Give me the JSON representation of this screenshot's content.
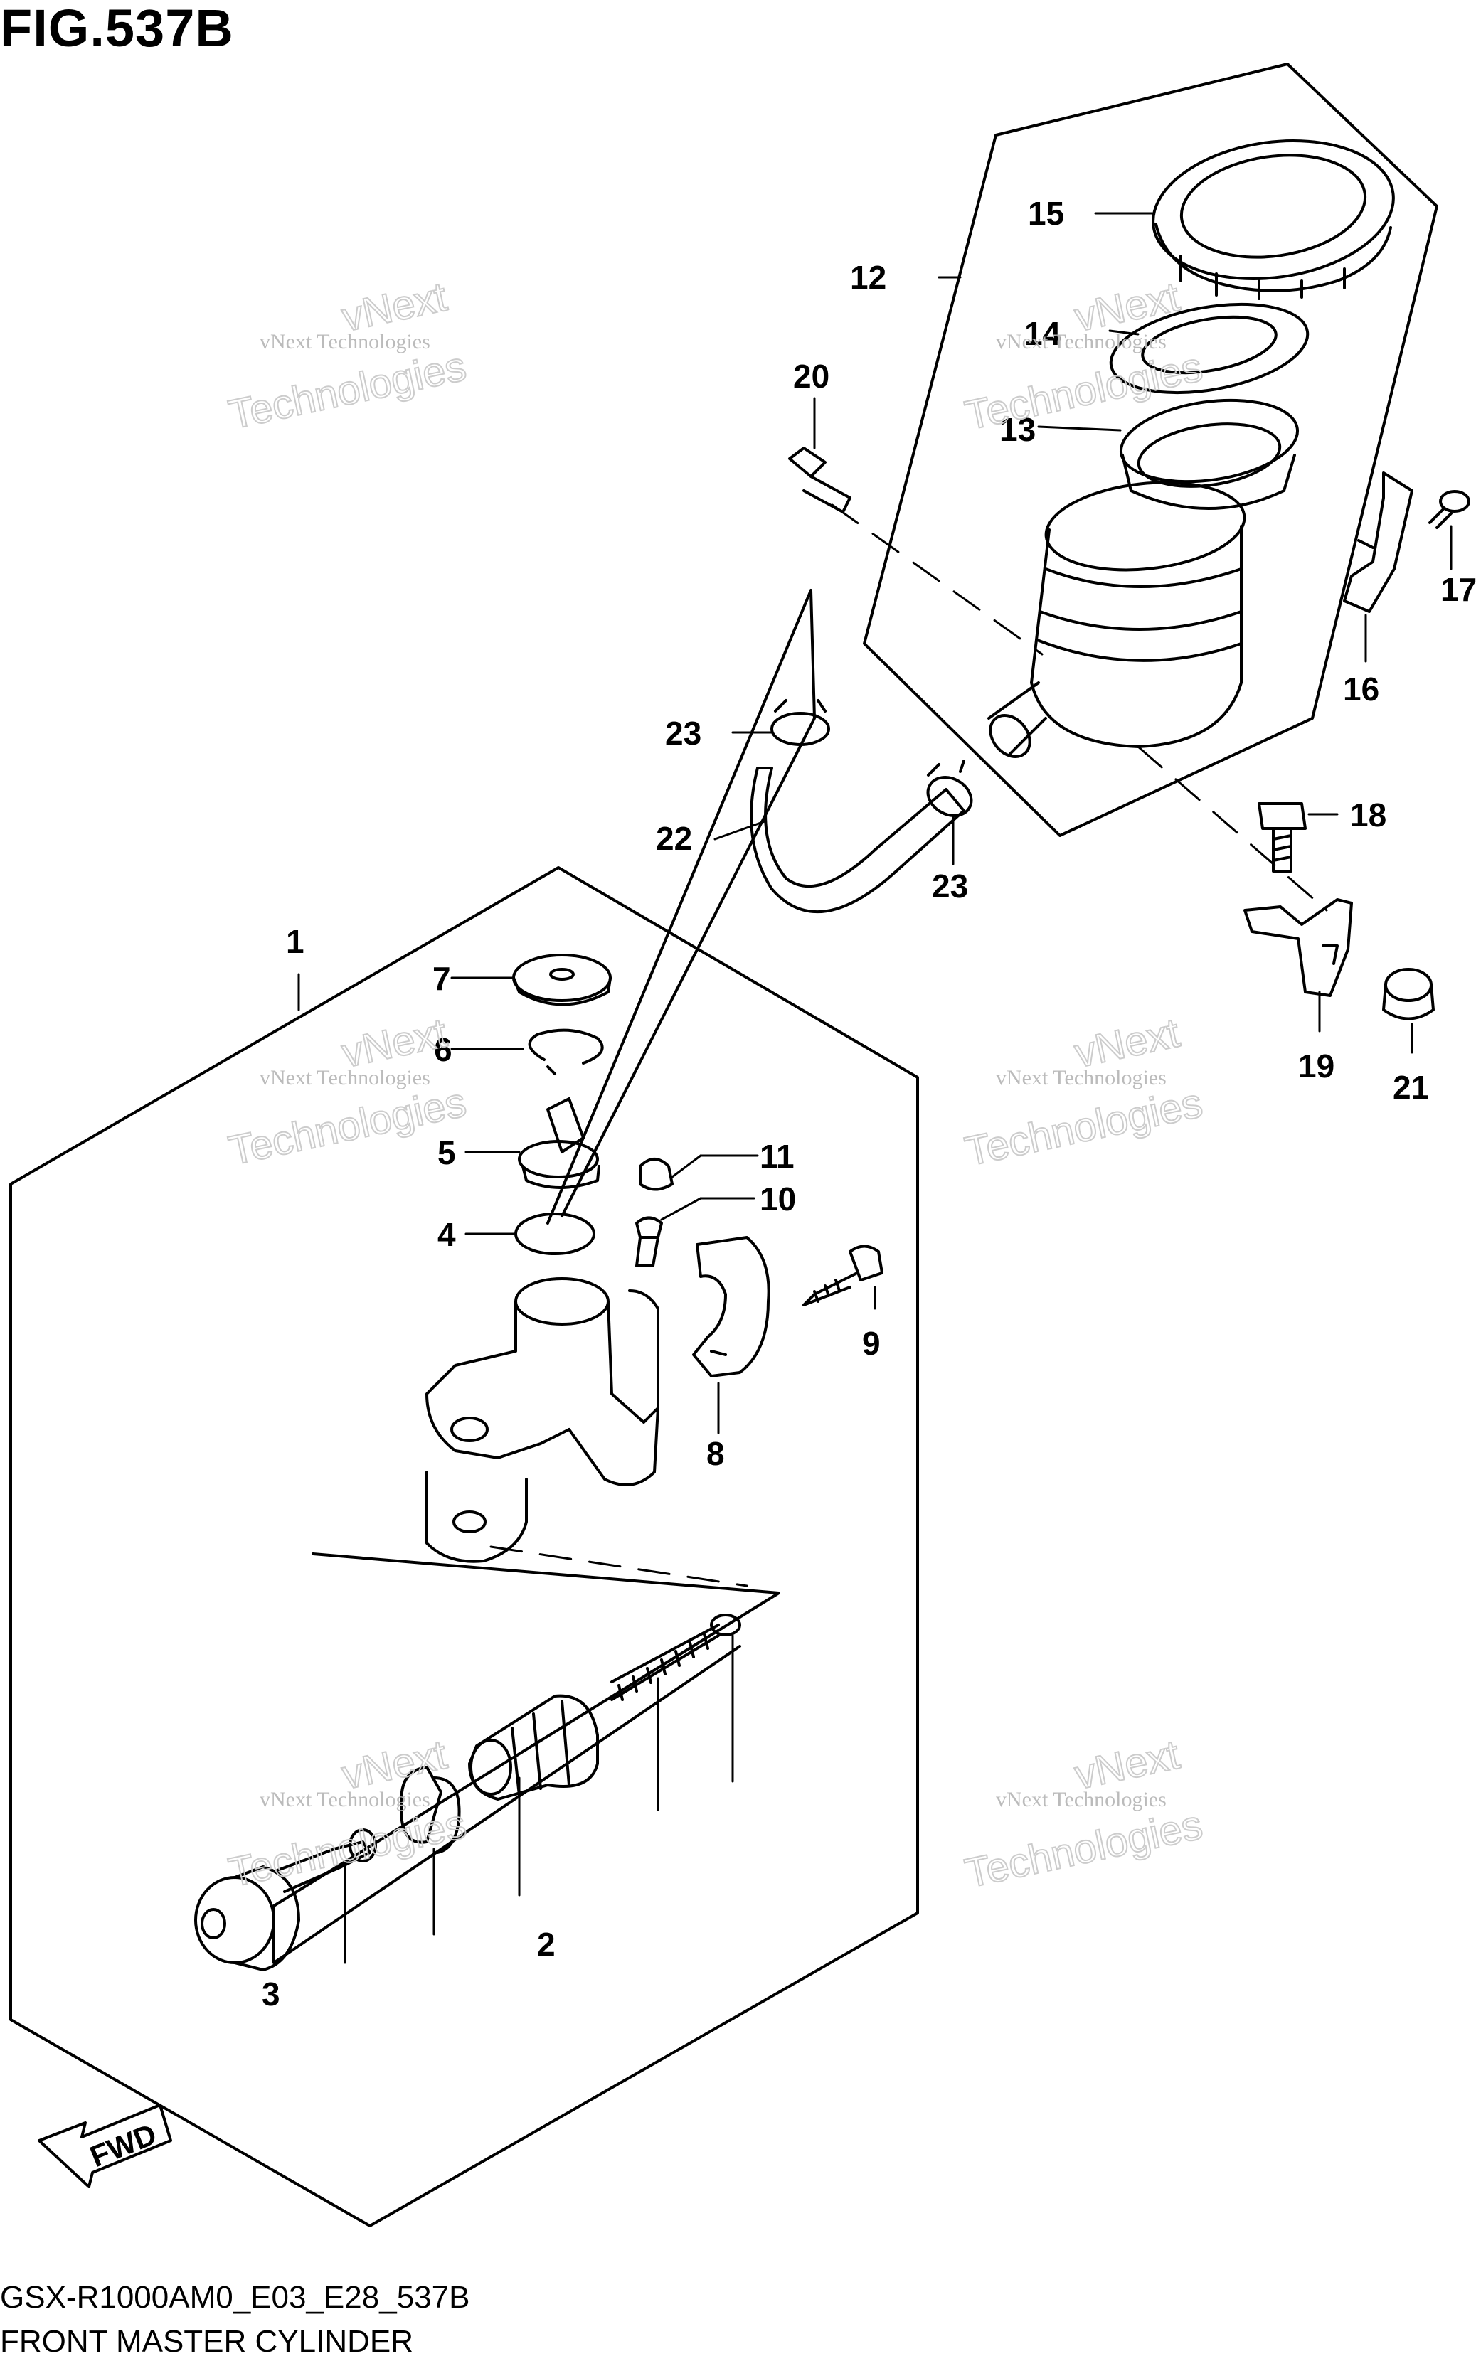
{
  "figure": {
    "title": "FIG.537B",
    "model_code": "GSX-R1000AM0_E03_E28_537B",
    "caption": "FRONT MASTER CYLINDER"
  },
  "watermark": {
    "line1": "vNext Technologies",
    "line2": "vNext",
    "line3": "Technologies"
  },
  "direction_arrow": {
    "label": "FWD",
    "icon": "fwd-arrow-icon"
  },
  "callouts": [
    "1",
    "2",
    "3",
    "4",
    "5",
    "6",
    "7",
    "8",
    "9",
    "10",
    "11",
    "12",
    "13",
    "14",
    "15",
    "16",
    "17",
    "18",
    "19",
    "20",
    "21",
    "22",
    "23",
    "23"
  ]
}
